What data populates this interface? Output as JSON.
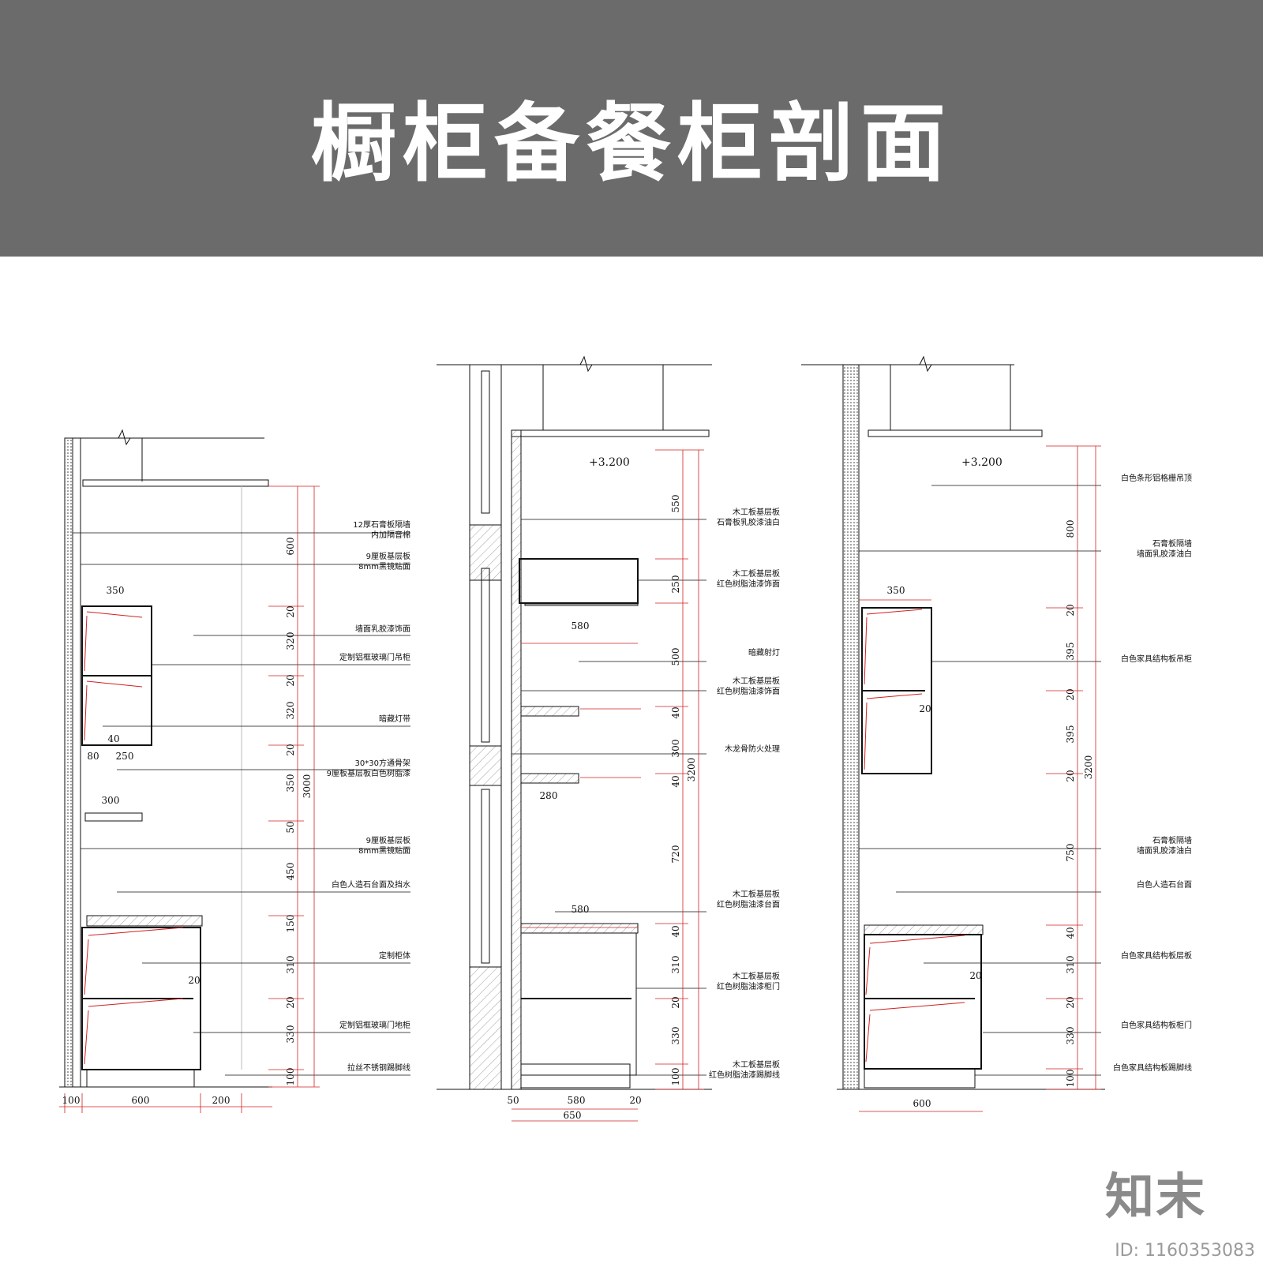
{
  "header": {
    "title": "橱柜备餐柜剖面"
  },
  "brand": {
    "mark": "知末",
    "id": "ID: 1160353083"
  },
  "colors": {
    "header_bg": "#6b6b6b",
    "dimension": "#d02020",
    "line": "#111111"
  },
  "sections": {
    "left": {
      "dims_horizontal": [
        "100",
        "600",
        "200",
        "350",
        "80",
        "250",
        "300",
        "40",
        "20"
      ],
      "dims_vertical": [
        "600",
        "20",
        "320",
        "20",
        "320",
        "20",
        "350",
        "50",
        "450",
        "150",
        "310",
        "20",
        "330",
        "100",
        "3000"
      ],
      "labels": [
        "12厚石膏板隔墙",
        "内加隔音棉",
        "9厘板基层板",
        "8mm黑镜贴面",
        "墙面乳胶漆饰面",
        "定制铝框玻璃门吊柜",
        "暗藏灯带",
        "30*30方通骨架",
        "9厘板基层板白色树脂漆",
        "9厘板基层板",
        "8mm黑镜贴面",
        "白色人造石台面及挡水",
        "定制柜体",
        "定制铝框玻璃门地柜",
        "拉丝不锈钢踢脚线"
      ]
    },
    "middle": {
      "elevation": "+3.200",
      "dims_horizontal": [
        "50",
        "580",
        "20",
        "650",
        "580",
        "280",
        "580"
      ],
      "dims_vertical": [
        "550",
        "250",
        "500",
        "40",
        "300",
        "40",
        "720",
        "40",
        "310",
        "20",
        "330",
        "100",
        "3200"
      ],
      "labels": [
        "木工板基层板",
        "石膏板乳胶漆油白",
        "木工板基层板",
        "红色树脂油漆饰面",
        "暗藏射灯",
        "木工板基层板",
        "红色树脂油漆饰面",
        "木龙骨防火处理",
        "木工板基层板",
        "红色树脂油漆台面",
        "木工板基层板",
        "红色树脂油漆柜门",
        "木工板基层板",
        "红色树脂油漆踢脚线"
      ]
    },
    "right": {
      "elevation": "+3.200",
      "dims_horizontal": [
        "350",
        "600",
        "20",
        "20"
      ],
      "dims_vertical": [
        "800",
        "20",
        "395",
        "20",
        "395",
        "20",
        "750",
        "40",
        "310",
        "20",
        "330",
        "100",
        "3200"
      ],
      "labels": [
        "白色条形铝格栅吊顶",
        "石膏板隔墙",
        "墙面乳胶漆油白",
        "白色家具结构板吊柜",
        "石膏板隔墙",
        "墙面乳胶漆油白",
        "白色人造石台面",
        "白色家具结构板层板",
        "白色家具结构板柜门",
        "白色家具结构板踢脚线"
      ]
    }
  }
}
